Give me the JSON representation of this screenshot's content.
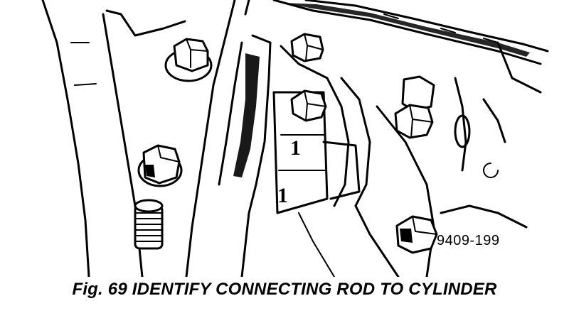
{
  "figure": {
    "caption": "Fig. 69 IDENTIFY CONNECTING ROD TO CYLINDER",
    "drawing_number": "9409-199",
    "rod_cylinder_marks": [
      "1",
      "1"
    ]
  },
  "icons": [
    "hex-bolt-icon",
    "cylinder-number-stamp-icon",
    "threaded-stud-icon"
  ]
}
